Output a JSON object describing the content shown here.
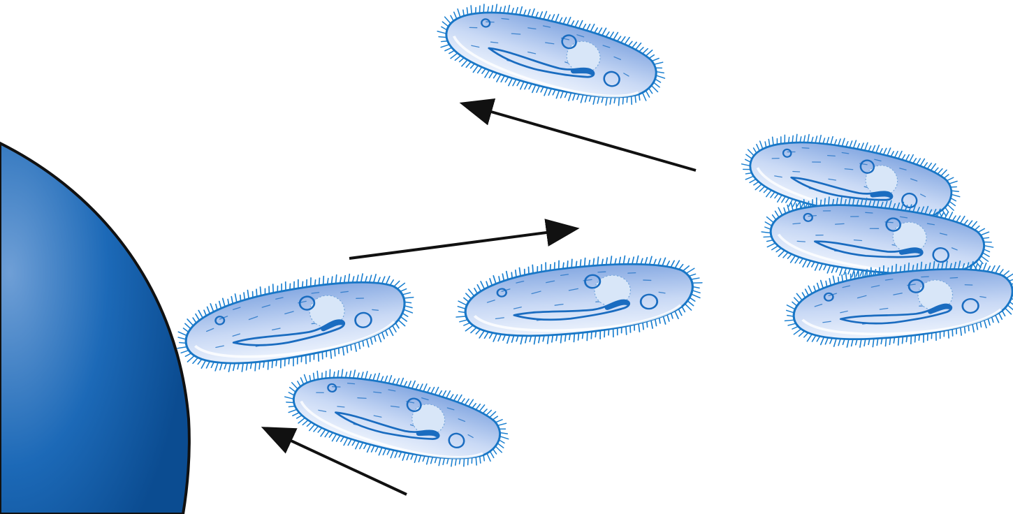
{
  "diagram": {
    "elements": [
      {
        "name": "obstacle-sphere",
        "icon": "sphere-icon"
      },
      {
        "name": "paramecium",
        "icon": "paramecium-icon"
      },
      {
        "name": "movement-arrow",
        "icon": "arrow-icon"
      }
    ],
    "colors": {
      "sphere_light": "#6f9fd6",
      "sphere_mid": "#1c69b7",
      "sphere_dark": "#0b4c91",
      "cell_outline": "#1876c6",
      "cell_fill_light": "#edf3fd",
      "cell_fill_dark": "#86a9e2",
      "cilia": "#1a7fd0",
      "arrow": "#111111"
    }
  }
}
